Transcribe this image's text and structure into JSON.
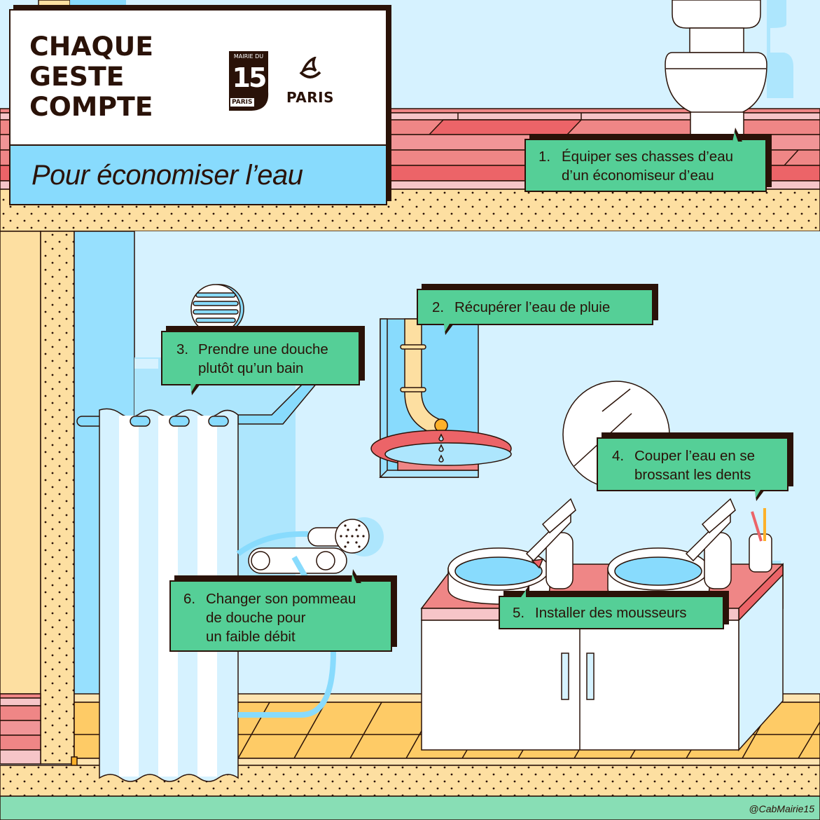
{
  "poster": {
    "title_lines": [
      "CHAQUE",
      "GESTE",
      "COMPTE"
    ],
    "subtitle": "Pour économiser l’eau",
    "logos": {
      "mairie": {
        "top": "MAIRIE DU",
        "number": "15",
        "bottom": "PARIS"
      },
      "paris": {
        "word": "PARIS"
      }
    },
    "tips": [
      {
        "number": "1.",
        "lines": [
          "Équiper ses chasses d’eau",
          "d’un économiseur d’eau"
        ]
      },
      {
        "number": "2.",
        "lines": [
          "Récupérer l’eau de pluie"
        ]
      },
      {
        "number": "3.",
        "lines": [
          "Prendre une douche",
          "plutôt qu’un bain"
        ]
      },
      {
        "number": "4.",
        "lines": [
          "Couper l’eau en se",
          "brossant les dents"
        ]
      },
      {
        "number": "5.",
        "lines": [
          "Installer des mousseurs"
        ]
      },
      {
        "number": "6.",
        "lines": [
          "Changer son pommeau",
          "de douche pour",
          "un faible débit"
        ]
      }
    ],
    "handle": "@CabMairie15",
    "colors": {
      "outline": "#2a1208",
      "bubble": "#55cf97",
      "sky": "#d6f2ff",
      "blue": "#88dbfd",
      "sand": "#fddfa1",
      "brick": "#ef8686",
      "floor": "#fecb66",
      "footer": "#88deb5"
    }
  }
}
